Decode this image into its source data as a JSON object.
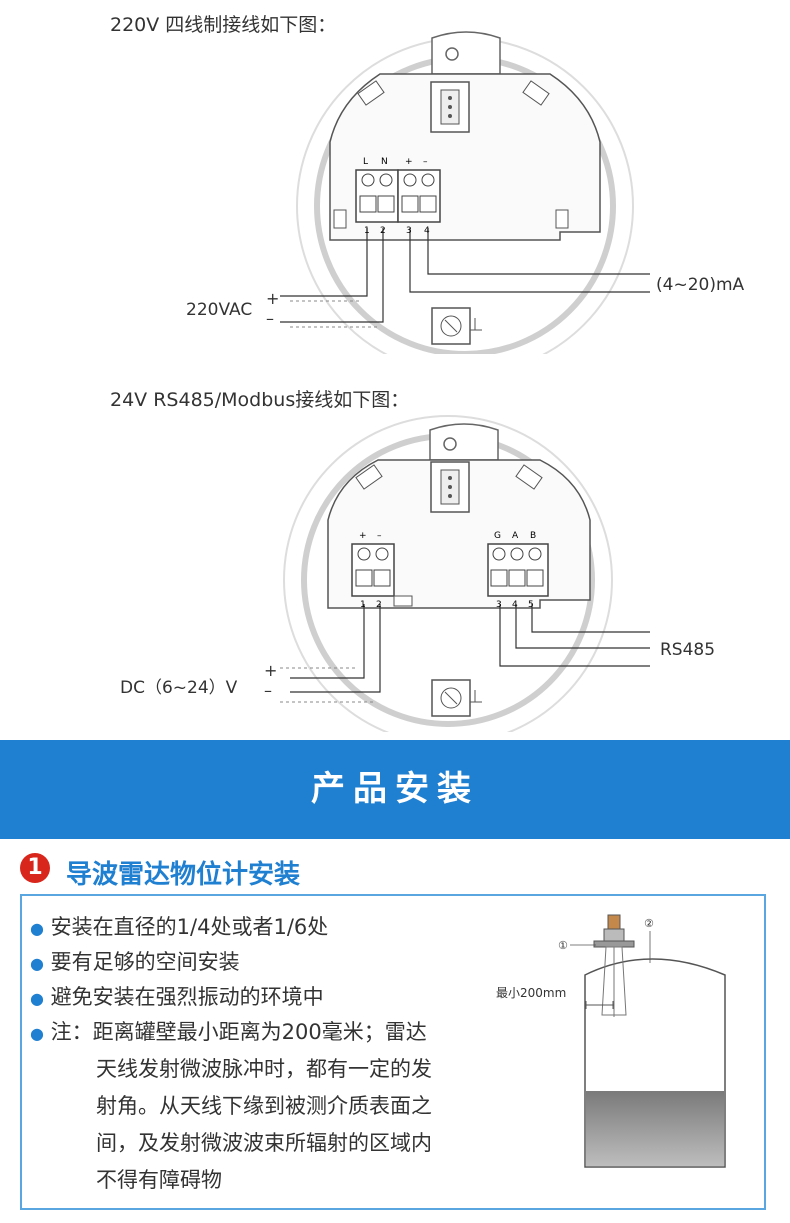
{
  "wiring": {
    "caption_220v": "220V  四线制接线如下图：",
    "caption_24v": "24V  RS485/Modbus接线如下图：",
    "d1": {
      "terminal_top": [
        "L",
        "N",
        "+",
        "–"
      ],
      "terminal_nums": [
        "1",
        "2",
        "3",
        "4"
      ],
      "power_label": "220VAC",
      "plus": "+",
      "minus": "–",
      "signal_label": "(4~20)mA"
    },
    "d2": {
      "terminal_top_left": [
        "+",
        "–"
      ],
      "terminal_top_right": [
        "G",
        "A",
        "B"
      ],
      "terminal_nums_left": [
        "1",
        "2"
      ],
      "terminal_nums_right": [
        "3",
        "4",
        "5"
      ],
      "power_label": "DC（6~24）V",
      "plus": "+",
      "minus": "–",
      "signal_label": "RS485"
    }
  },
  "banner": {
    "title": "产品安装"
  },
  "section": {
    "number": "1",
    "title": "导波雷达物位计安装",
    "bullets": [
      "安装在直径的1/4处或者1/6处",
      "要有足够的空间安装",
      "避免安装在强烈振动的环境中"
    ],
    "note_lines": [
      "注：距离罐壁最小距离为200毫米；雷达",
      "天线发射微波脉冲时，都有一定的发",
      "射角。从天线下缘到被测介质表面之",
      "间，及发射微波波束所辐射的区域内",
      "不得有障碍物"
    ],
    "tank": {
      "marker1": "①",
      "marker2": "②",
      "distance_label": "最小200mm"
    }
  }
}
